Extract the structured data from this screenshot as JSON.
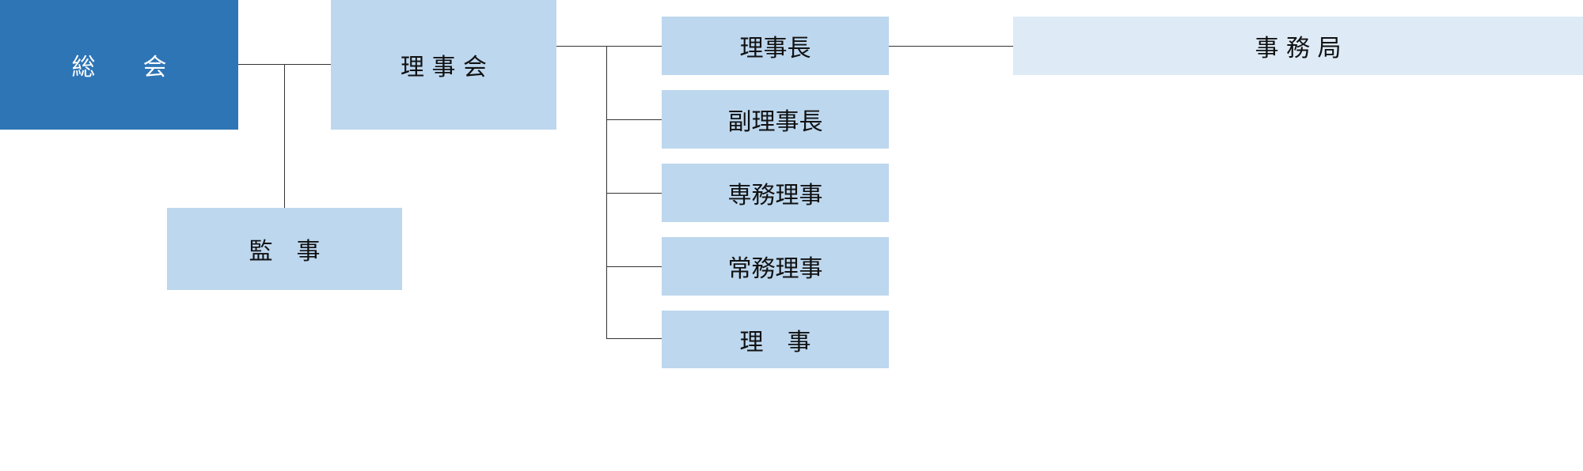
{
  "general_assembly": "総　　会",
  "board": "理 事 会",
  "auditor": "監　事",
  "chairman": "理事長",
  "vice_chairman": "副理事長",
  "executive_director": "専務理事",
  "managing_director": "常務理事",
  "director": "理　事",
  "secretariat": "事 務 局",
  "colors": {
    "primary": "#2e75b6",
    "secondary": "#bdd7ee",
    "tertiary": "#deebf7"
  }
}
